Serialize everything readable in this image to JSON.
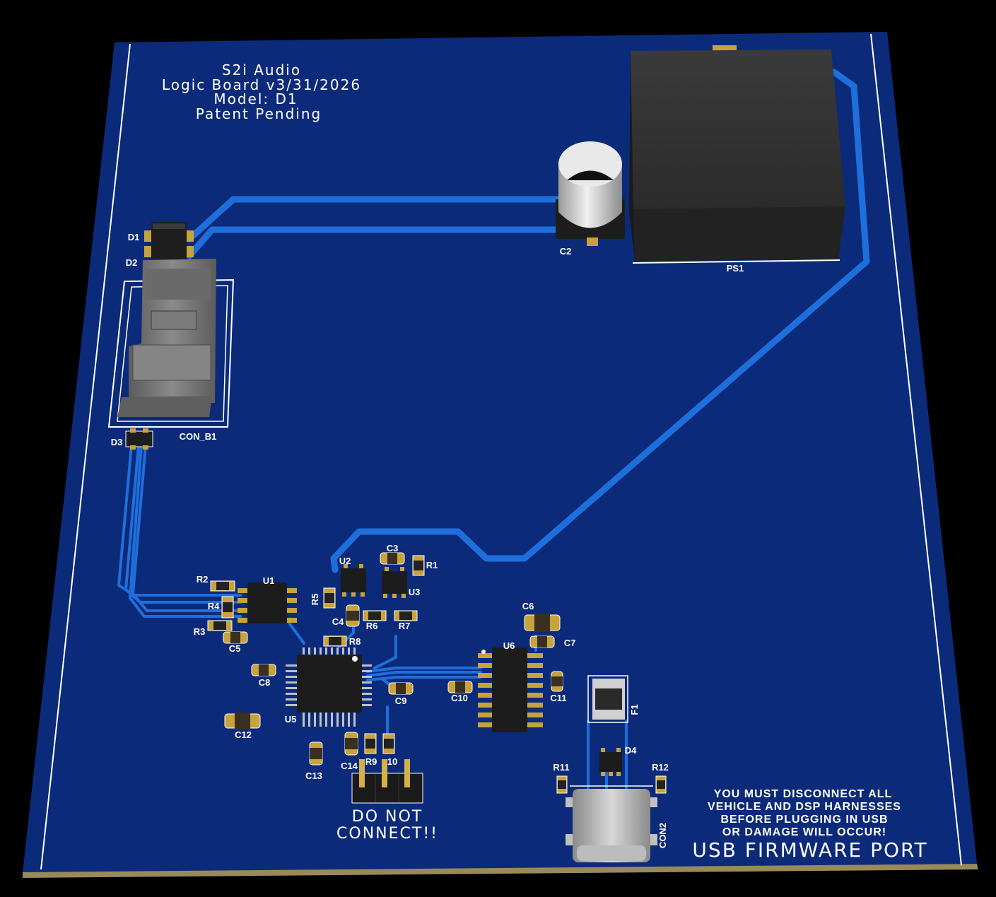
{
  "board": {
    "colors": {
      "background": "#000000",
      "pcb": "#0b2a7a",
      "trace": "#1e6fdc",
      "silkscreen": "#ffffff",
      "pad": "#c8a23c",
      "component_body": "#2a2a2a"
    },
    "title_lines": [
      "S2i Audio",
      "Logic Board v3/31/2026",
      "Model: D1",
      "Patent Pending"
    ],
    "warning_lines": [
      "YOU MUST DISCONNECT ALL",
      "VEHICLE AND DSP HARNESSES",
      "BEFORE PLUGGING IN USB",
      "OR DAMAGE WILL OCCUR!"
    ],
    "usb_port_label": "USB FIRMWARE PORT",
    "dnc_lines": [
      "DO NOT",
      "CONNECT!!"
    ]
  },
  "components": {
    "D1": "D1",
    "D2": "D2",
    "D3": "D3",
    "D4": "D4",
    "CON_B1": "CON_B1",
    "CON2": "CON2",
    "C2": "C2",
    "PS1": "PS1",
    "F1": "F1",
    "U1": "U1",
    "U2": "U2",
    "U3": "U3",
    "U5": "U5",
    "U6": "U6",
    "R1": "R1",
    "R2": "R2",
    "R3": "R3",
    "R4": "R4",
    "R5": "R5",
    "R6": "R6",
    "R7": "R7",
    "R8": "R8",
    "R9": "R9",
    "R10": "10",
    "R11": "R11",
    "R12": "R12",
    "C3": "C3",
    "C4": "C4",
    "C5": "C5",
    "C6": "C6",
    "C7": "C7",
    "C8": "C8",
    "C9": "C9",
    "C10": "C10",
    "C11": "C11",
    "C12": "C12",
    "C13": "C13",
    "C14": "C14"
  }
}
